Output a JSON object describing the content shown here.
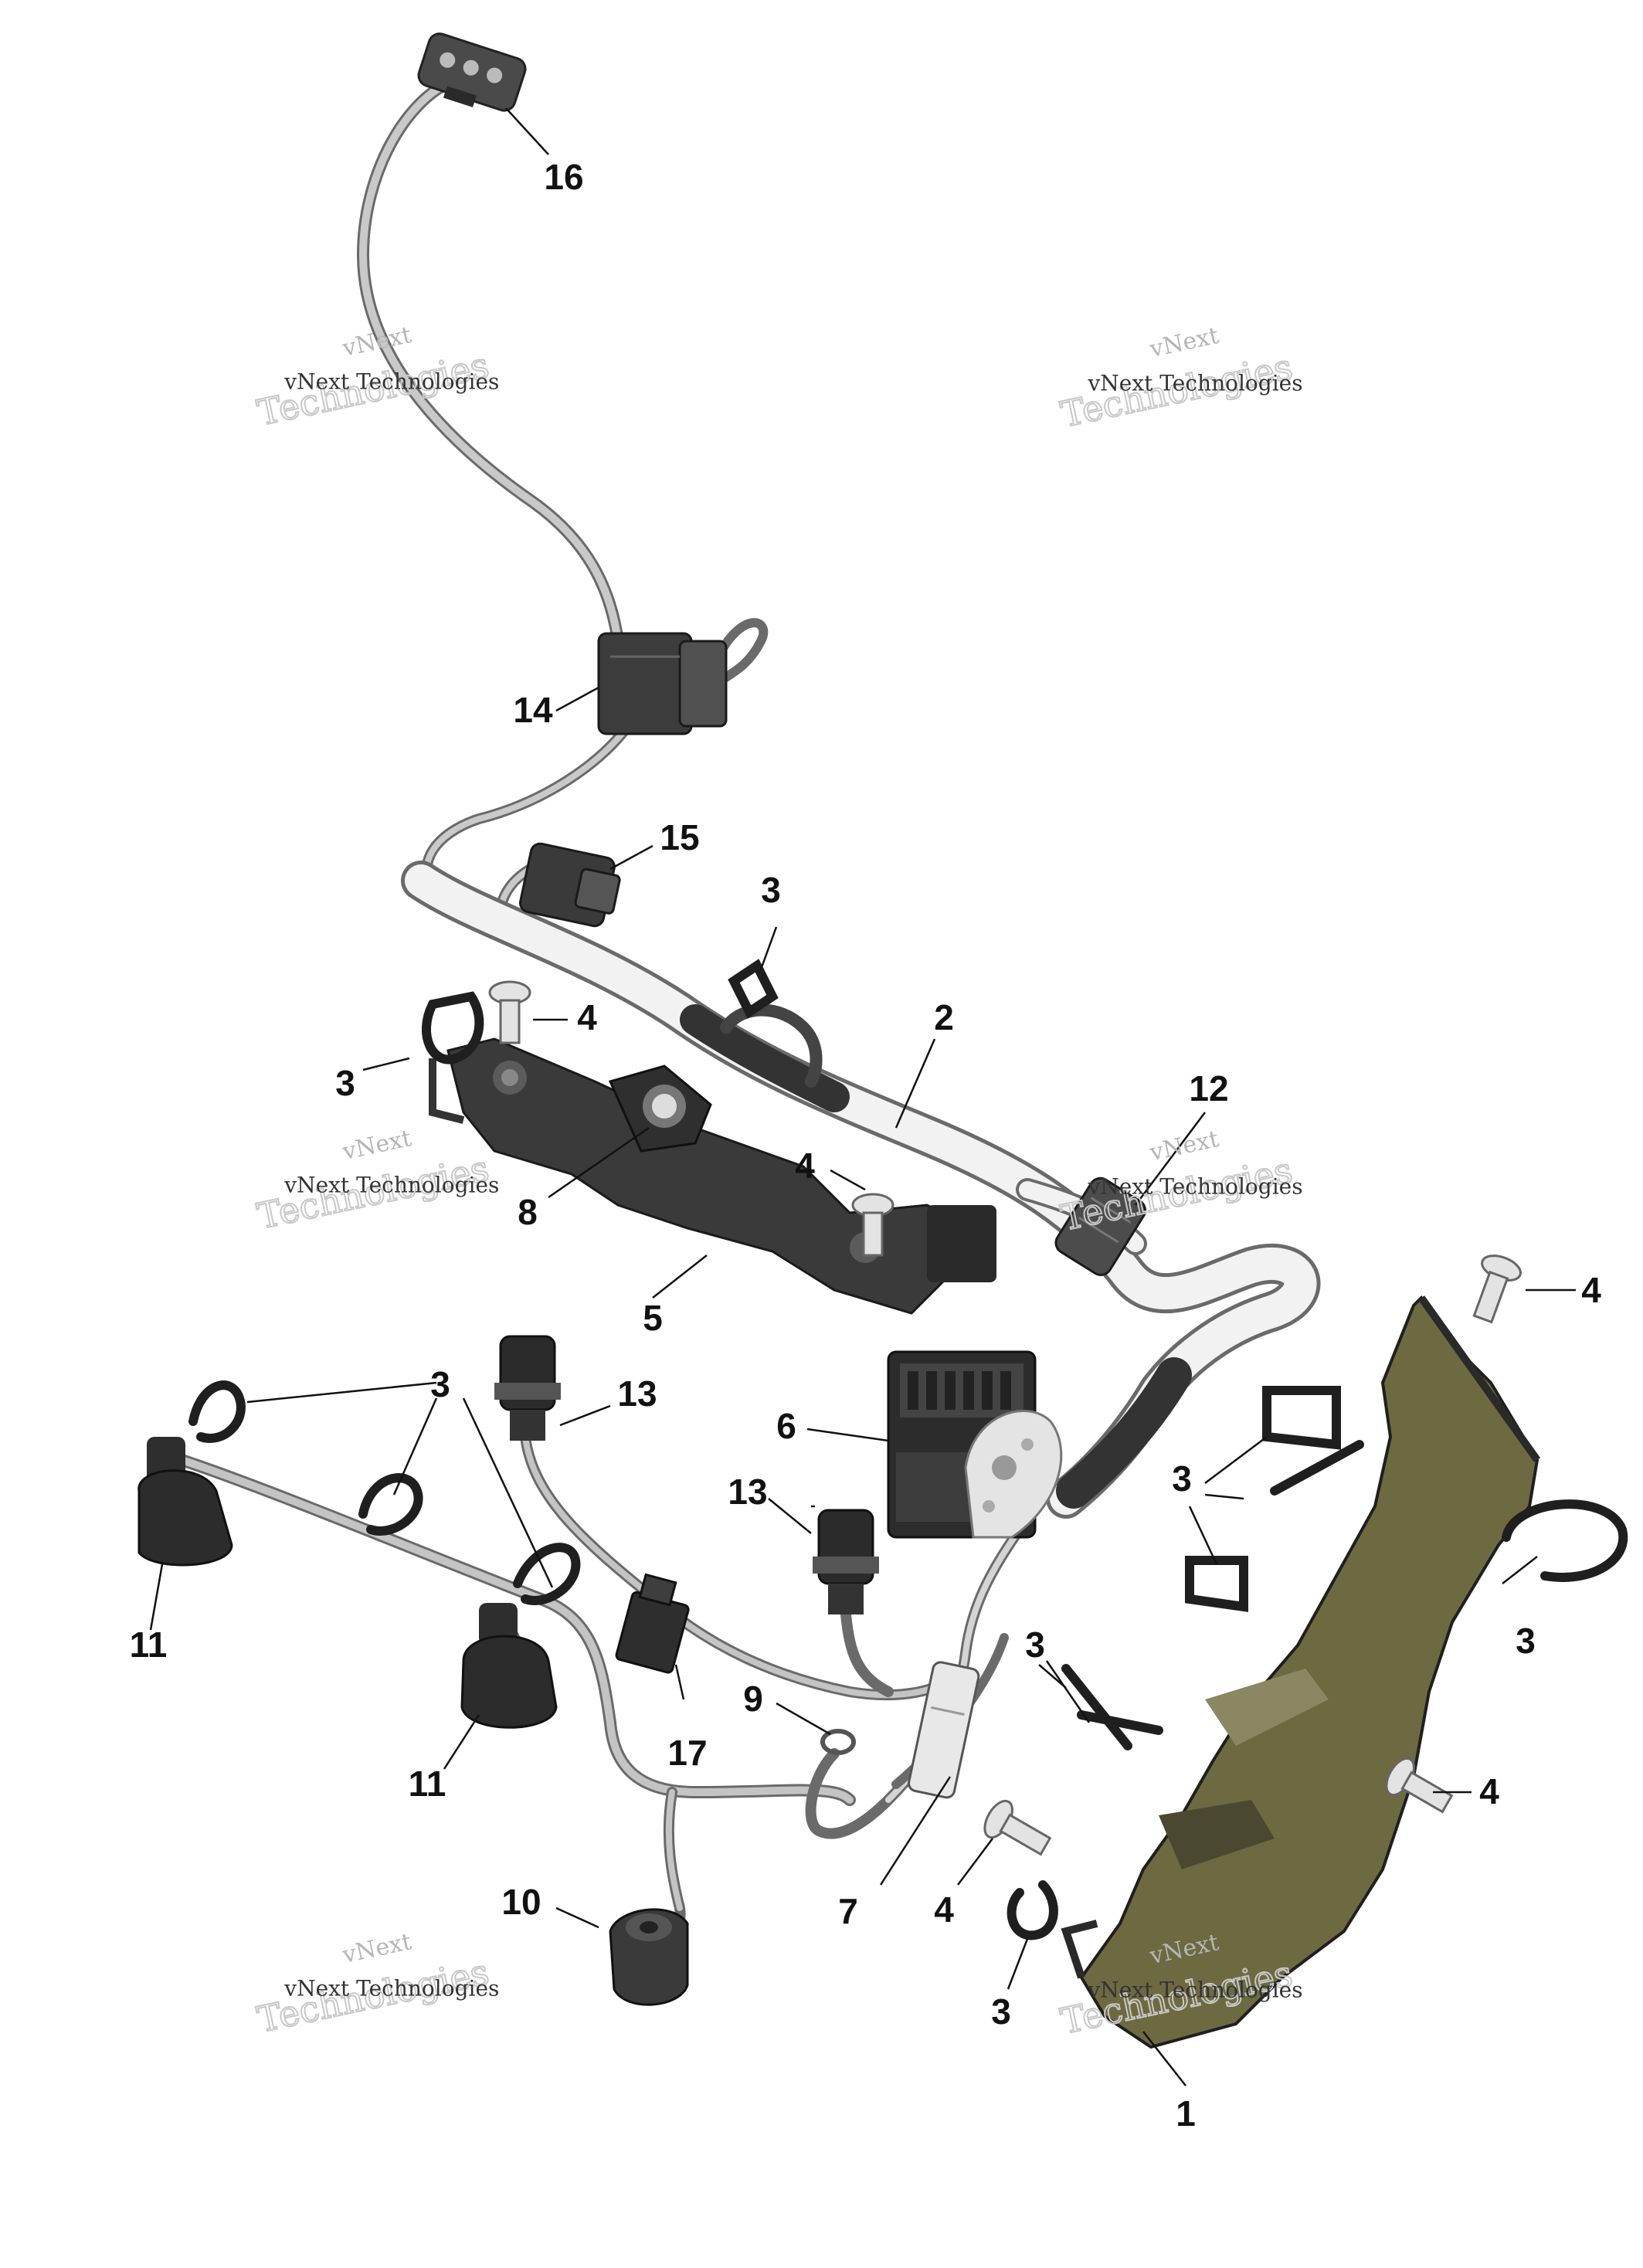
{
  "watermark": {
    "lines": [
      "vNext",
      "Technologies",
      "vNext Technologies"
    ]
  },
  "callouts": [
    {
      "id": "c16",
      "label": "16"
    },
    {
      "id": "c14",
      "label": "14"
    },
    {
      "id": "c15",
      "label": "15"
    },
    {
      "id": "c3a",
      "label": "3"
    },
    {
      "id": "c4a",
      "label": "4"
    },
    {
      "id": "c2",
      "label": "2"
    },
    {
      "id": "c3b",
      "label": "3"
    },
    {
      "id": "c12",
      "label": "12"
    },
    {
      "id": "c8",
      "label": "8"
    },
    {
      "id": "c4b",
      "label": "4"
    },
    {
      "id": "c5",
      "label": "5"
    },
    {
      "id": "c4c",
      "label": "4"
    },
    {
      "id": "c3c",
      "label": "3"
    },
    {
      "id": "c13a",
      "label": "13"
    },
    {
      "id": "c6",
      "label": "6"
    },
    {
      "id": "c13b",
      "label": "13"
    },
    {
      "id": "c3d",
      "label": "3"
    },
    {
      "id": "c3e",
      "label": "3"
    },
    {
      "id": "c11a",
      "label": "11"
    },
    {
      "id": "c3f",
      "label": "3"
    },
    {
      "id": "c9",
      "label": "9"
    },
    {
      "id": "c11b",
      "label": "11"
    },
    {
      "id": "c17",
      "label": "17"
    },
    {
      "id": "c4d",
      "label": "4"
    },
    {
      "id": "c10",
      "label": "10"
    },
    {
      "id": "c7",
      "label": "7"
    },
    {
      "id": "c4e",
      "label": "4"
    },
    {
      "id": "c3g",
      "label": "3"
    },
    {
      "id": "c1",
      "label": "1"
    }
  ],
  "colors": {
    "harness_white": "#f2f2f2",
    "harness_outline": "#6a6a6a",
    "cable_grey": "#a8a8a8",
    "part_dark": "#3b3b3b",
    "part_black": "#1f1f1f",
    "bracket_olive": "#6d6a42"
  }
}
